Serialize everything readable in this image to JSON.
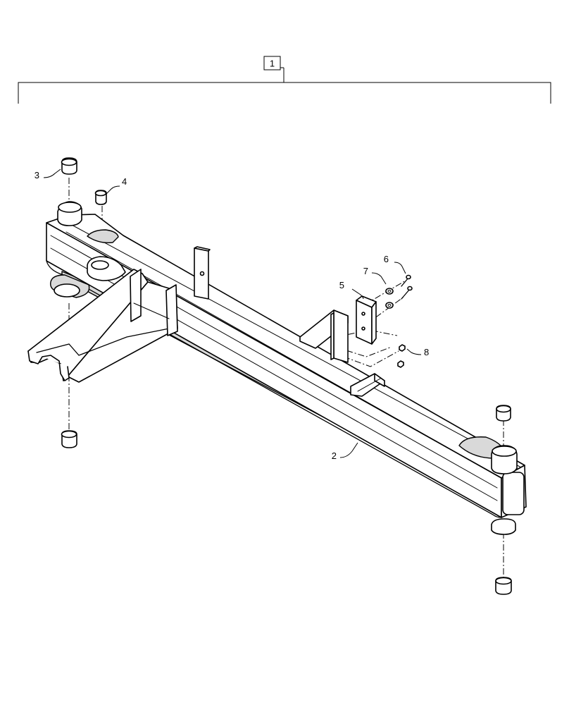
{
  "assembly": {
    "label": "1"
  },
  "callouts": {
    "c2": "2",
    "c3": "3",
    "c4": "4",
    "c5": "5",
    "c6": "6",
    "c7": "7",
    "c8": "8"
  }
}
